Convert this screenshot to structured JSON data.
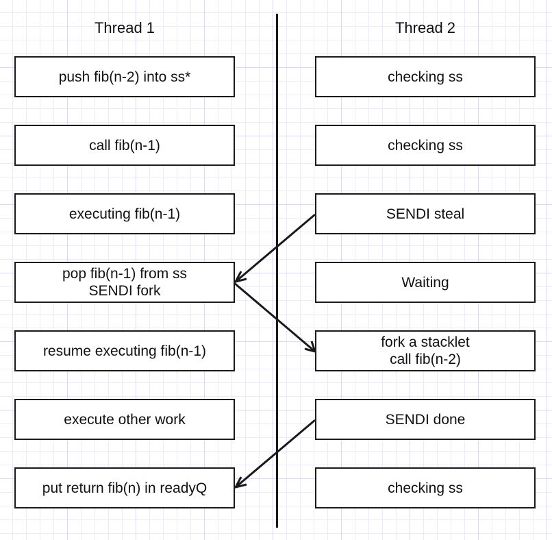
{
  "thread1": {
    "title": "Thread 1",
    "steps": [
      "push fib(n-2) into ss*",
      "call fib(n-1)",
      "executing fib(n-1)",
      "pop fib(n-1) from ss\nSENDI fork",
      "resume executing fib(n-1)",
      "execute other work",
      "put return fib(n) in readyQ"
    ]
  },
  "thread2": {
    "title": "Thread 2",
    "steps": [
      "checking ss",
      "checking ss",
      "SENDI steal",
      "Waiting",
      "fork a stacklet\ncall fib(n-2)",
      "SENDI done",
      "checking ss"
    ]
  },
  "colors": {
    "line": "#1a1a1a",
    "grid_major": "#d9d9f2",
    "grid_minor": "#ececf8",
    "box_fill": "#ffffff"
  }
}
